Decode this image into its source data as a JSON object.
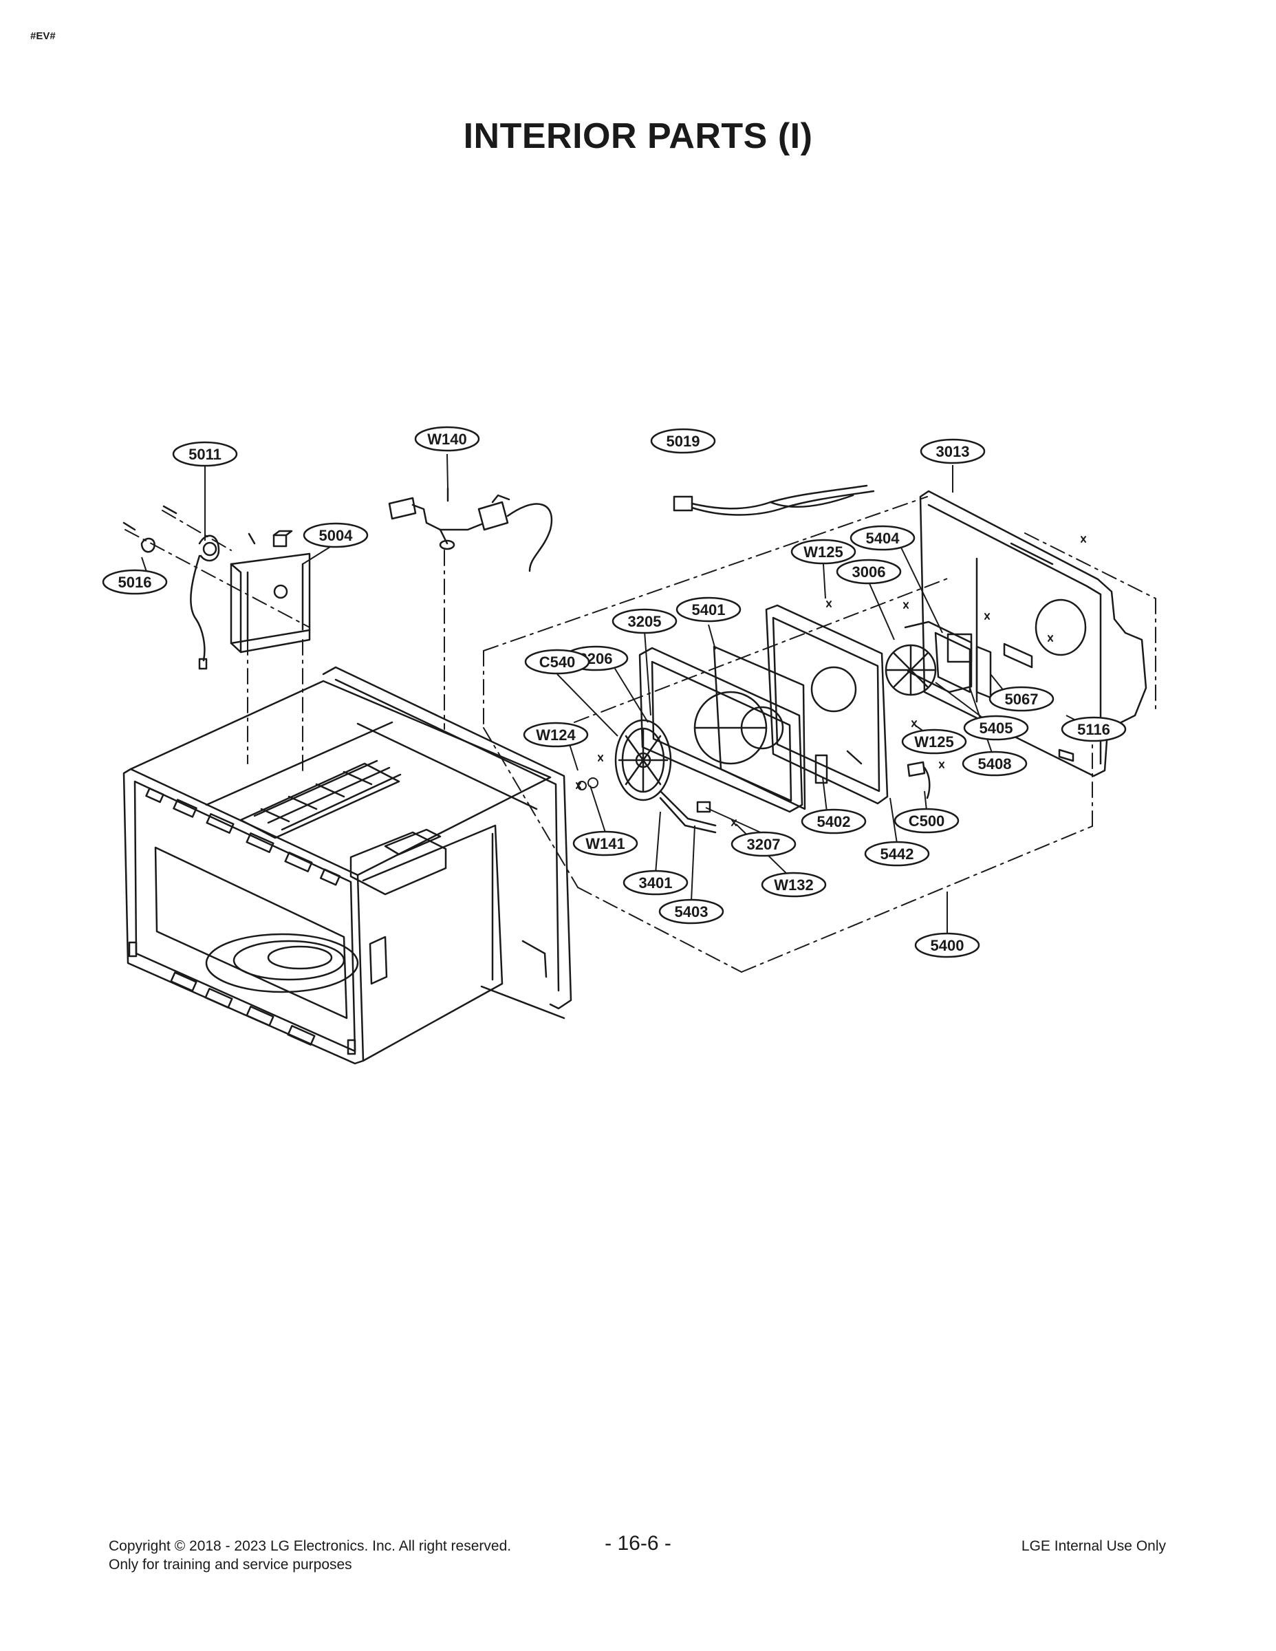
{
  "corner_tag": "#EV#",
  "title": "INTERIOR PARTS (I)",
  "part_labels": [
    "5011",
    "W140",
    "5019",
    "3013",
    "5004",
    "5016",
    "5404",
    "W125",
    "3006",
    "5401",
    "3205",
    "3206",
    "C540",
    "5067",
    "5405",
    "5116",
    "W124",
    "W125",
    "5408",
    "5402",
    "C500",
    "W141",
    "3207",
    "5442",
    "3401",
    "W132",
    "5403",
    "5400"
  ],
  "footer": {
    "copyright": "Copyright © 2018 - 2023 LG Electronics. Inc. All right reserved.",
    "purpose": "Only for training and service purposes",
    "page_number": "- 16-6 -",
    "internal_note": "LGE Internal Use Only"
  }
}
